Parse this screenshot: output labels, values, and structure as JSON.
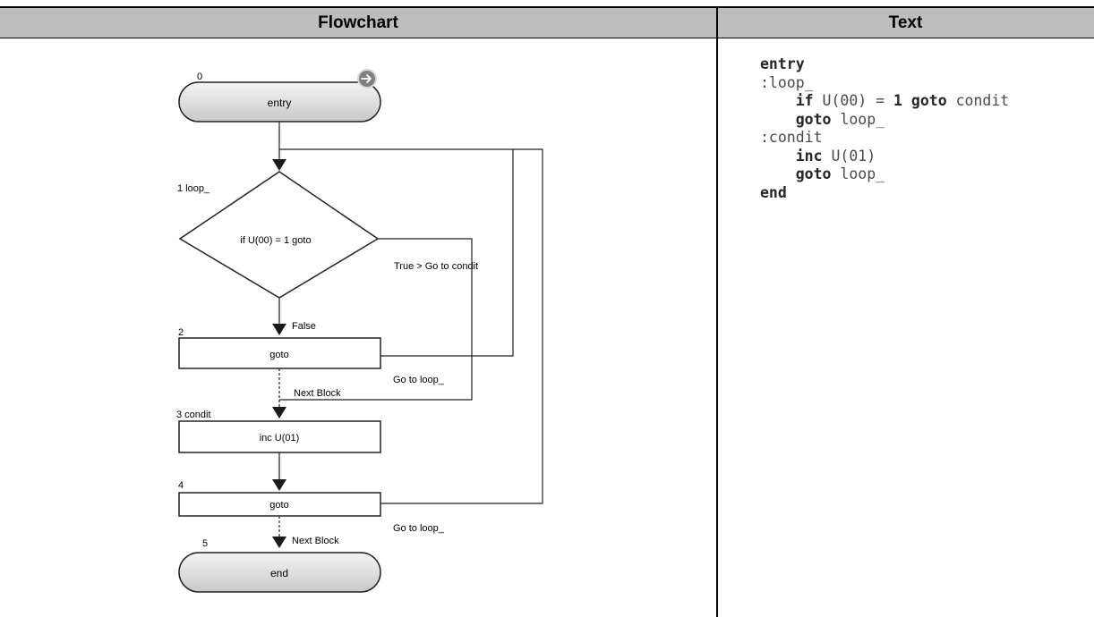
{
  "headers": {
    "flowchart": "Flowchart",
    "text": "Text"
  },
  "flowchart": {
    "entry": {
      "number": "0",
      "label": "entry"
    },
    "loop": {
      "number_label": "1 loop_",
      "label": "if U(00) = 1 goto"
    },
    "goto1": {
      "number": "2",
      "label": "goto"
    },
    "condit": {
      "number_label": "3 condit",
      "label": "inc U(01)"
    },
    "goto2": {
      "number": "4",
      "label": "goto"
    },
    "end": {
      "number": "5",
      "label": "end"
    },
    "edges": {
      "true_branch": "True > Go to condit",
      "false_branch": "False",
      "goto_loop_1": "Go to loop_",
      "next_block_1": "Next Block",
      "goto_loop_2": "Go to loop_",
      "next_block_2": "Next Block"
    },
    "icons": {
      "entry_marker": "arrow-circle-right-icon"
    }
  },
  "code": {
    "lines": [
      {
        "tokens": [
          {
            "t": "entry",
            "kw": true
          }
        ]
      },
      {
        "tokens": [
          {
            "t": ":loop_",
            "kw": false
          }
        ]
      },
      {
        "tokens": [
          {
            "t": "    ",
            "kw": false
          },
          {
            "t": "if",
            "kw": true
          },
          {
            "t": " U(00) = ",
            "kw": false
          },
          {
            "t": "1",
            "kw": true
          },
          {
            "t": " ",
            "kw": false
          },
          {
            "t": "goto",
            "kw": true
          },
          {
            "t": " condit",
            "kw": false
          }
        ]
      },
      {
        "tokens": [
          {
            "t": "    ",
            "kw": false
          },
          {
            "t": "goto",
            "kw": true
          },
          {
            "t": " loop_",
            "kw": false
          }
        ]
      },
      {
        "tokens": [
          {
            "t": ":condit",
            "kw": false
          }
        ]
      },
      {
        "tokens": [
          {
            "t": "    ",
            "kw": false
          },
          {
            "t": "inc",
            "kw": true
          },
          {
            "t": " U(01)",
            "kw": false
          }
        ]
      },
      {
        "tokens": [
          {
            "t": "    ",
            "kw": false
          },
          {
            "t": "goto",
            "kw": true
          },
          {
            "t": " loop_",
            "kw": false
          }
        ]
      },
      {
        "tokens": [
          {
            "t": "end",
            "kw": true
          }
        ]
      }
    ]
  }
}
